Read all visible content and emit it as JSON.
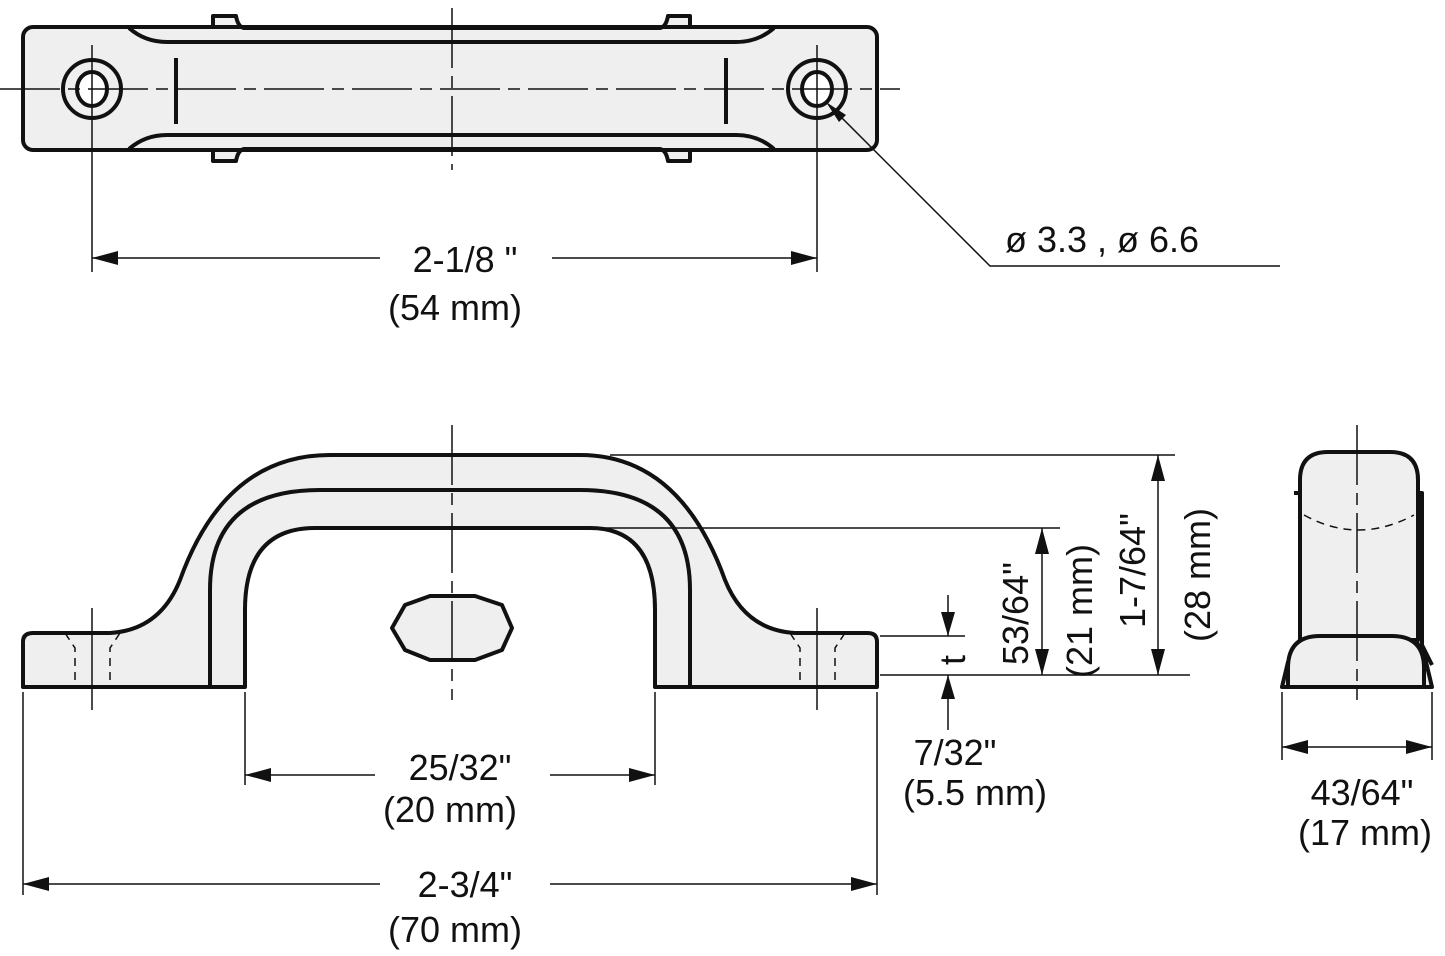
{
  "drawing": {
    "top_view": {
      "hole_spacing_in": "2-1/8 \"",
      "hole_spacing_mm": "(54 mm)",
      "hole_callout": "ø 3.3 , ø 6.6"
    },
    "front_view": {
      "inner_width_in": "25/32\"",
      "inner_width_mm": "(20 mm)",
      "overall_length_in": "2-3/4\"",
      "overall_length_mm": "(70 mm)",
      "thickness_label": "t",
      "thickness_in": "7/32\"",
      "thickness_mm": "(5.5 mm)",
      "inner_height_in": "53/64\"",
      "inner_height_mm": "(21 mm)",
      "overall_height_in": "1-7/64\"",
      "overall_height_mm": "(28 mm)"
    },
    "side_view": {
      "width_in": "43/64\"",
      "width_mm": "(17 mm)"
    }
  }
}
